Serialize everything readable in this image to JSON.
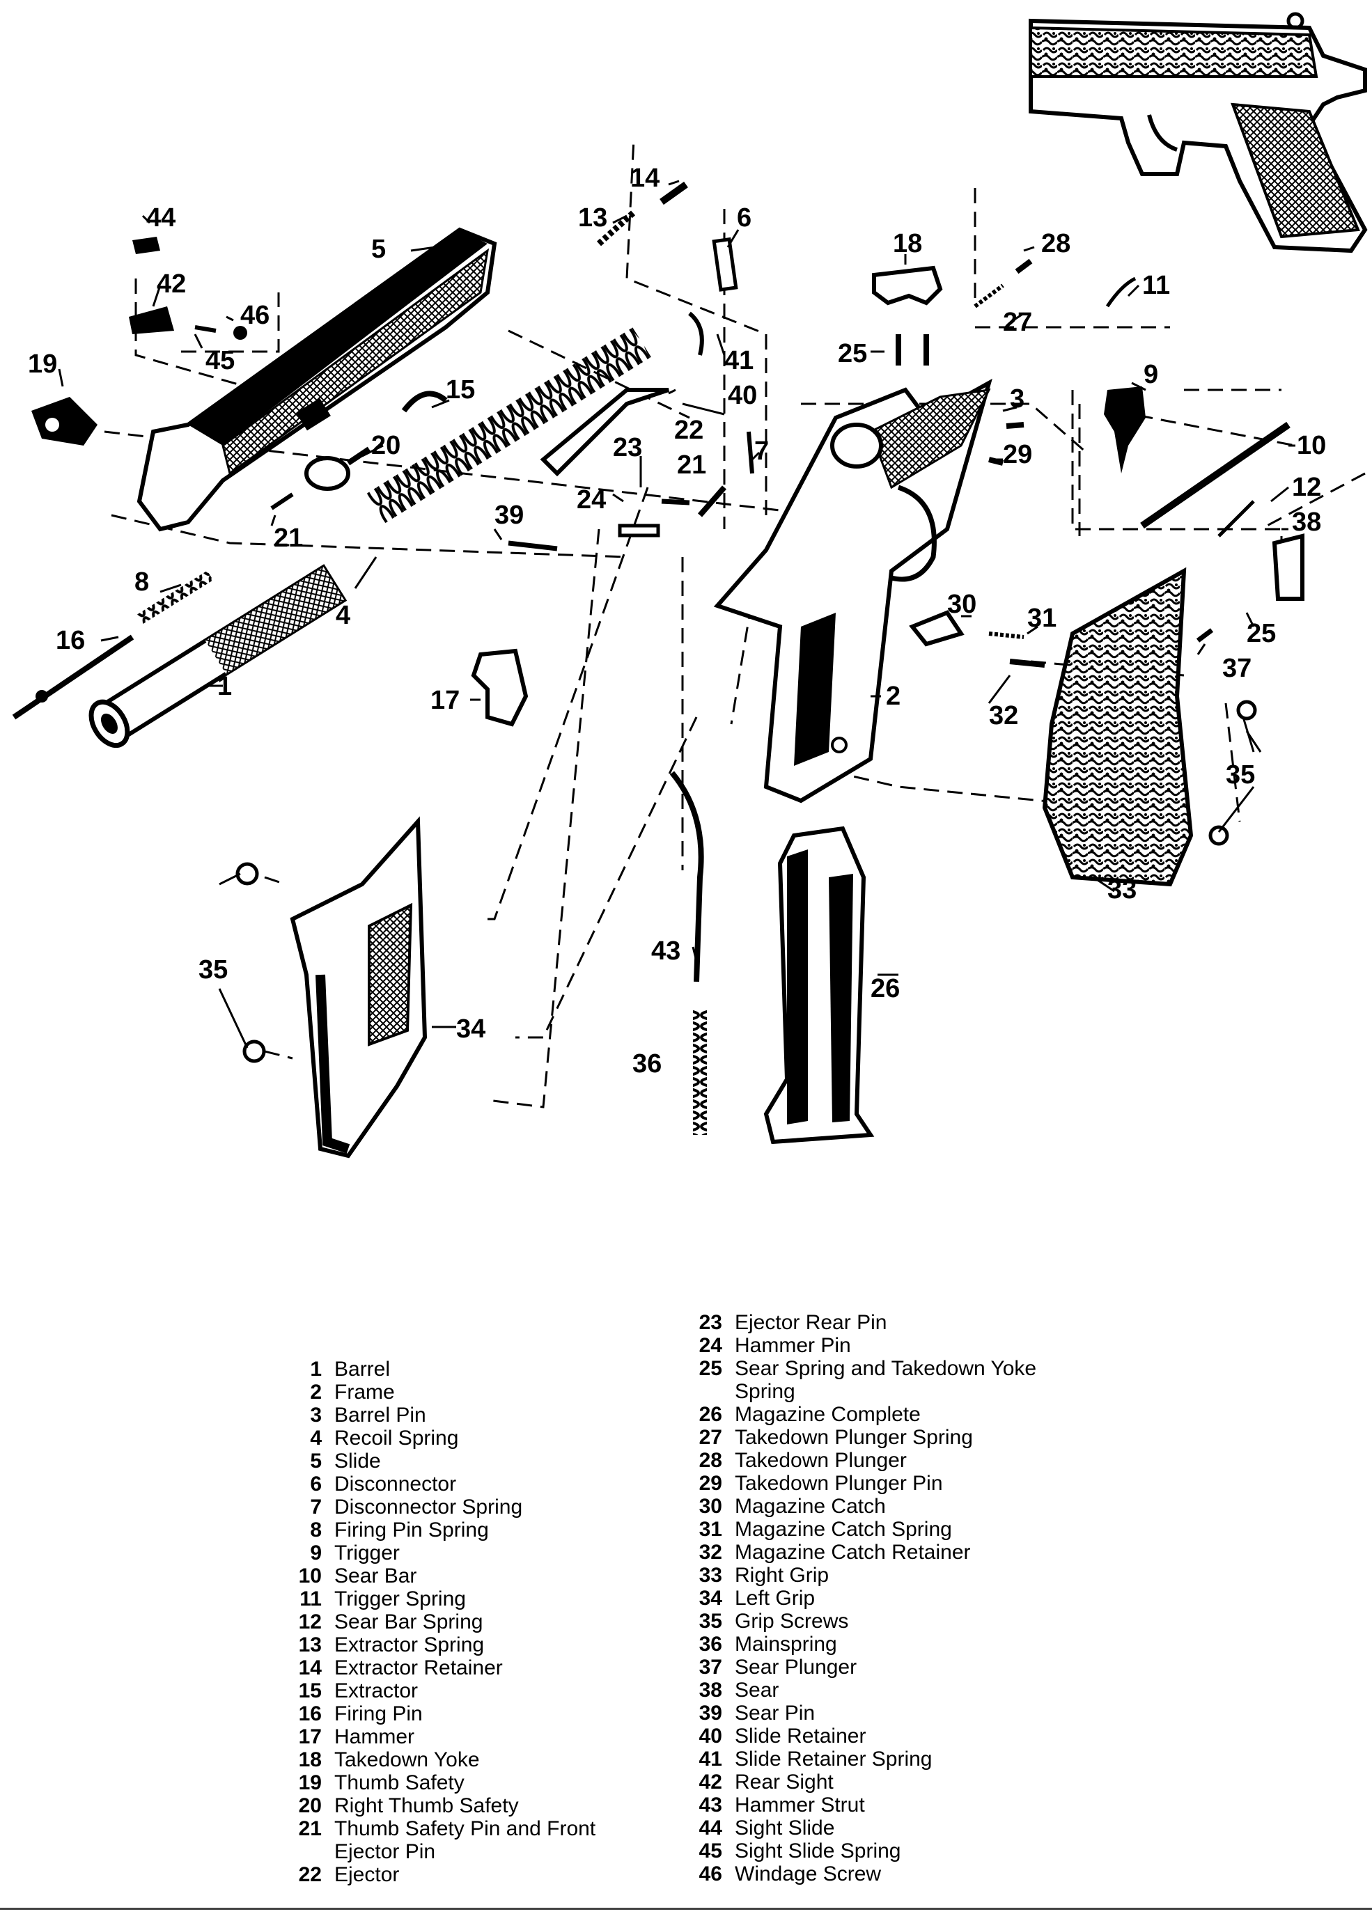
{
  "callouts": [
    "1",
    "2",
    "3",
    "4",
    "5",
    "6",
    "7",
    "8",
    "9",
    "10",
    "11",
    "12",
    "13",
    "14",
    "15",
    "16",
    "17",
    "18",
    "19",
    "20",
    "21",
    "21",
    "22",
    "23",
    "24",
    "25",
    "25",
    "26",
    "27",
    "28",
    "29",
    "30",
    "31",
    "32",
    "33",
    "34",
    "35",
    "35",
    "36",
    "37",
    "38",
    "39",
    "40",
    "41",
    "42",
    "43",
    "44",
    "45",
    "46"
  ],
  "legend": {
    "left": [
      {
        "num": "1",
        "name": "Barrel"
      },
      {
        "num": "2",
        "name": "Frame"
      },
      {
        "num": "3",
        "name": "Barrel Pin"
      },
      {
        "num": "4",
        "name": "Recoil Spring"
      },
      {
        "num": "5",
        "name": "Slide"
      },
      {
        "num": "6",
        "name": "Disconnector"
      },
      {
        "num": "7",
        "name": "Disconnector Spring"
      },
      {
        "num": "8",
        "name": "Firing Pin Spring"
      },
      {
        "num": "9",
        "name": "Trigger"
      },
      {
        "num": "10",
        "name": "Sear Bar"
      },
      {
        "num": "11",
        "name": "Trigger Spring"
      },
      {
        "num": "12",
        "name": "Sear Bar Spring"
      },
      {
        "num": "13",
        "name": "Extractor Spring"
      },
      {
        "num": "14",
        "name": "Extractor Retainer"
      },
      {
        "num": "15",
        "name": "Extractor"
      },
      {
        "num": "16",
        "name": "Firing Pin"
      },
      {
        "num": "17",
        "name": "Hammer"
      },
      {
        "num": "18",
        "name": "Takedown Yoke"
      },
      {
        "num": "19",
        "name": "Thumb Safety"
      },
      {
        "num": "20",
        "name": "Right Thumb Safety"
      },
      {
        "num": "21",
        "name": "Thumb Safety Pin and Front",
        "name2": "Ejector Pin"
      },
      {
        "num": "22",
        "name": "Ejector"
      }
    ],
    "right": [
      {
        "num": "23",
        "name": "Ejector Rear Pin"
      },
      {
        "num": "24",
        "name": "Hammer Pin"
      },
      {
        "num": "25",
        "name": "Sear Spring and Takedown Yoke",
        "name2": "Spring"
      },
      {
        "num": "26",
        "name": "Magazine Complete"
      },
      {
        "num": "27",
        "name": "Takedown Plunger Spring"
      },
      {
        "num": "28",
        "name": "Takedown Plunger"
      },
      {
        "num": "29",
        "name": "Takedown Plunger Pin"
      },
      {
        "num": "30",
        "name": "Magazine Catch"
      },
      {
        "num": "31",
        "name": "Magazine Catch Spring"
      },
      {
        "num": "32",
        "name": "Magazine Catch Retainer"
      },
      {
        "num": "33",
        "name": "Right Grip"
      },
      {
        "num": "34",
        "name": "Left Grip"
      },
      {
        "num": "35",
        "name": "Grip Screws"
      },
      {
        "num": "36",
        "name": "Mainspring"
      },
      {
        "num": "37",
        "name": "Sear Plunger"
      },
      {
        "num": "38",
        "name": "Sear"
      },
      {
        "num": "39",
        "name": "Sear Pin"
      },
      {
        "num": "40",
        "name": "Slide Retainer"
      },
      {
        "num": "41",
        "name": "Slide Retainer Spring"
      },
      {
        "num": "42",
        "name": "Rear Sight"
      },
      {
        "num": "43",
        "name": "Hammer Strut"
      },
      {
        "num": "44",
        "name": "Sight Slide"
      },
      {
        "num": "45",
        "name": "Sight Slide Spring"
      },
      {
        "num": "46",
        "name": "Windage Screw"
      }
    ]
  }
}
